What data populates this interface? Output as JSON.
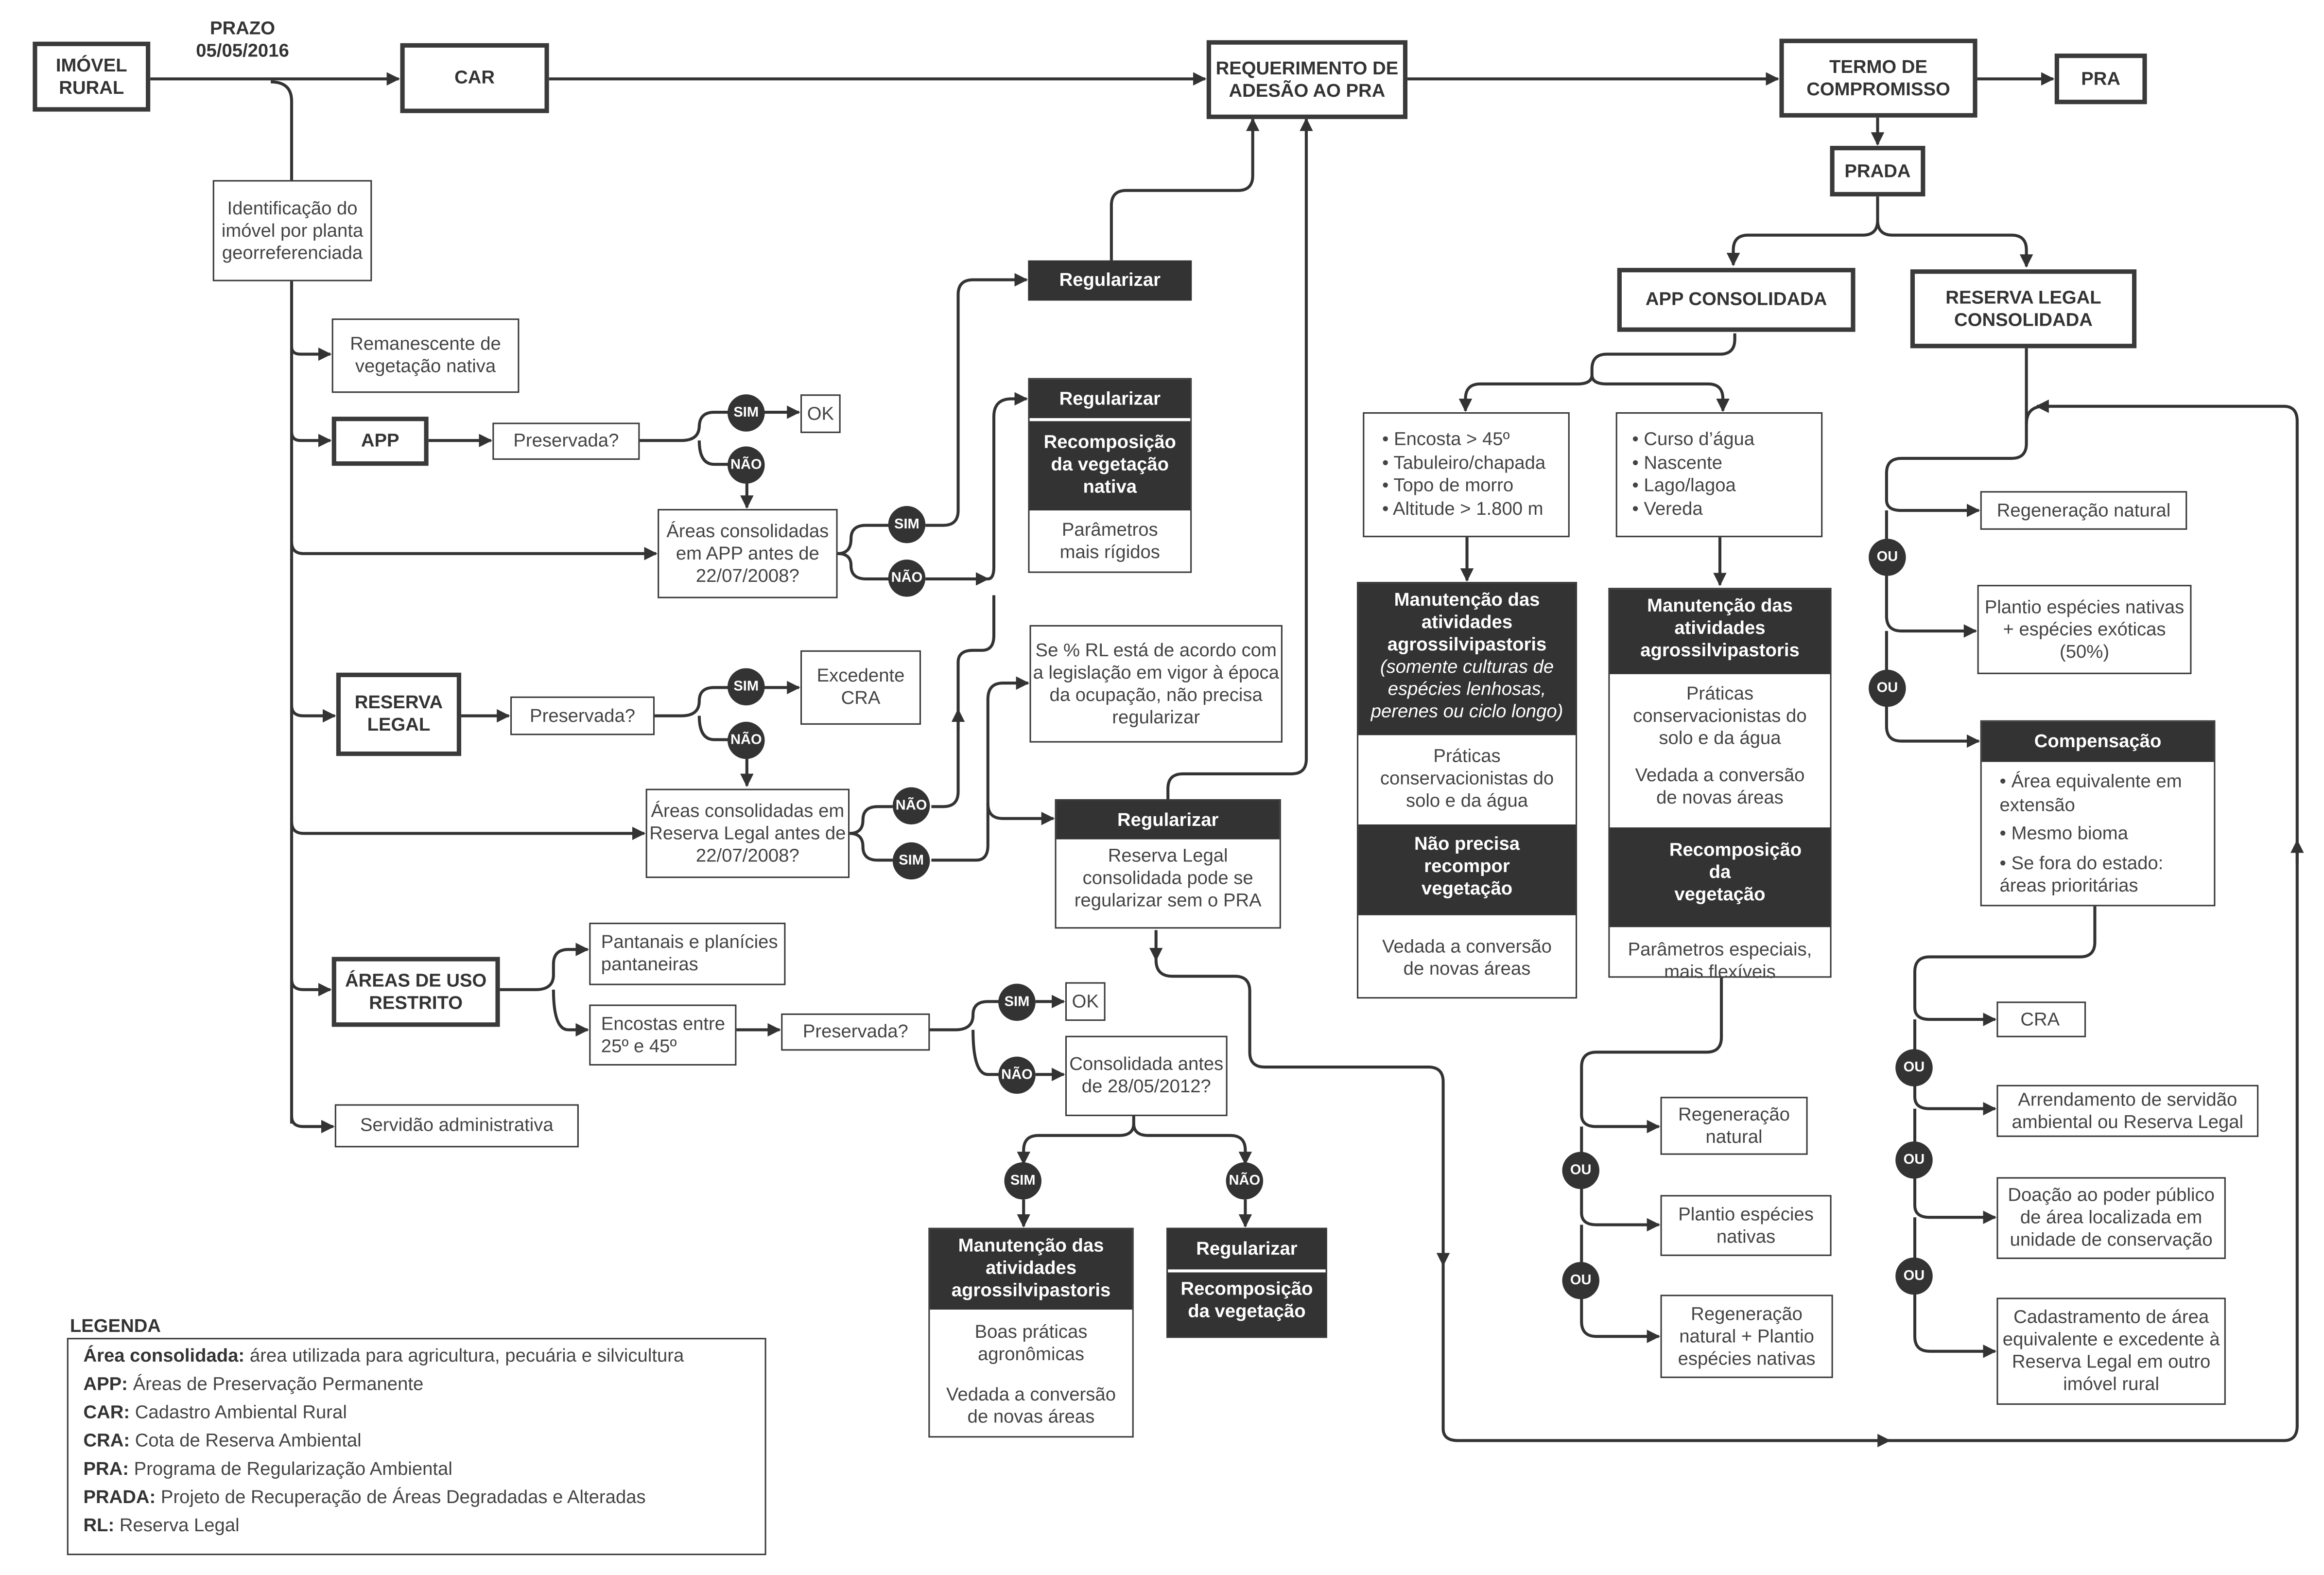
{
  "diagram": {
    "prazo": {
      "label": "PRAZO",
      "date": "05/05/2016"
    },
    "imovel": "IMÓVEL RURAL",
    "car": "CAR",
    "requerimento": "REQUERIMENTO DE ADESÃO AO PRA",
    "termo": "TERMO DE COMPROMISSO",
    "pra": "PRA",
    "prada": "PRADA",
    "identificacao": "Identificação do imóvel por planta georreferenciada",
    "remanescente": "Remanescente de vegetação nativa",
    "app": "APP",
    "preservada": "Preservada?",
    "ok": "OK",
    "areas_app": "Áreas consolidadas em APP antes de 22/07/2008?",
    "regularizar": "Regularizar",
    "recomposicao_nativa": "Recomposição da vegetação nativa",
    "parametros_rigidos": "Parâmetros mais rígidos",
    "reserva_legal": "RESERVA LEGAL",
    "excedente_cra": "Excedente CRA",
    "areas_rl": "Áreas consolidadas em Reserva Legal antes de 22/07/2008?",
    "rl_acordo": "Se % RL está de acordo com a legislação em vigor à época da ocupação, não precisa regularizar",
    "rl_consolidada_sem_pra": "Reserva Legal consolidada pode se regularizar sem o PRA",
    "areas_uso_restrito": "ÁREAS DE USO RESTRITO",
    "pantanais": "Pantanais e planícies pantaneiras",
    "encostas": "Encostas entre 25º e 45º",
    "consolidada_2012": "Consolidada antes de 28/05/2012?",
    "servidao": "Servidão administrativa",
    "manutencao": "Manutenção das atividades agrossilvipastoris",
    "boas_praticas": "Boas práticas agronômicas",
    "vedada": "Vedada a conversão de novas áreas",
    "recomposicao": "Recomposição da vegetação",
    "app_consolidada": "APP CONSOLIDADA",
    "rl_consolidada": "RESERVA LEGAL CONSOLIDADA",
    "app_list1": [
      "Encosta > 45º",
      "Tabuleiro/chapada",
      "Topo de morro",
      "Altitude > 1.800 m"
    ],
    "app_list2": [
      "Curso d’água",
      "Nascente",
      "Lago/lagoa",
      "Vereda"
    ],
    "manutencao_italic": "(somente culturas de espécies lenhosas, perenes ou ciclo longo)",
    "praticas": "Práticas conservacionistas do solo e da água",
    "nao_precisa": "Não precisa recompor vegetação",
    "parametros_especiais": "Parâmetros especiais, mais flexíveis",
    "regeneracao_natural": "Regeneração natural",
    "plantio_nativas": "Plantio espécies nativas",
    "regen_plantio": "Regeneração natural + Plantio espécies nativas",
    "plantio_exoticas": "Plantio espécies nativas + espécies exóticas (50%)",
    "compensacao": "Compensação",
    "compensacao_list": [
      "Área equivalente em extensão",
      "Mesmo bioma",
      "Se fora do estado: áreas prioritárias"
    ],
    "cra": "CRA",
    "arrendamento": "Arrendamento de servidão ambiental ou Reserva Legal",
    "doacao": "Doação ao poder público de área localizada em unidade de conservação",
    "cadastramento": "Cadastramento de área equivalente e excedente à Reserva Legal em outro imóvel rural",
    "sim": "SIM",
    "nao": "NÃO",
    "ou": "OU"
  },
  "legend": {
    "title": "LEGENDA",
    "items": [
      {
        "term": "Área consolidada:",
        "desc": "área utilizada para agricultura, pecuária e silvicultura"
      },
      {
        "term": "APP:",
        "desc": "Áreas de Preservação Permanente"
      },
      {
        "term": "CAR:",
        "desc": "Cadastro Ambiental Rural"
      },
      {
        "term": "CRA:",
        "desc": "Cota de Reserva Ambiental"
      },
      {
        "term": "PRA:",
        "desc": "Programa de Regularização Ambiental"
      },
      {
        "term": "PRADA:",
        "desc": "Projeto de Recuperação de Áreas Degradadas e Alteradas"
      },
      {
        "term": "RL:",
        "desc": "Reserva Legal"
      }
    ]
  },
  "colors": {
    "ink": "#333333",
    "line": "#3a3a3a",
    "background": "#ffffff"
  }
}
